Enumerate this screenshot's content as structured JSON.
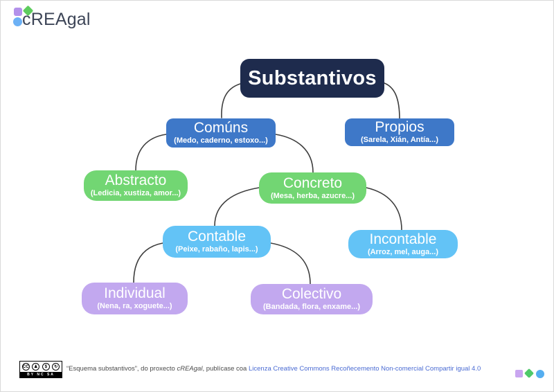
{
  "logo": {
    "text": "cREAgal"
  },
  "diagram": {
    "nodes": {
      "substantivos": {
        "title": "Substantivos",
        "subtitle": ""
      },
      "comuns": {
        "title": "Comúns",
        "subtitle": "(Medo, caderno, estoxo...)"
      },
      "propios": {
        "title": "Propios",
        "subtitle": "(Sarela, Xián, Antía...)"
      },
      "abstracto": {
        "title": "Abstracto",
        "subtitle": "(Ledicia, xustiza, amor...)"
      },
      "concreto": {
        "title": "Concreto",
        "subtitle": "(Mesa, herba, azucre...)"
      },
      "contable": {
        "title": "Contable",
        "subtitle": "(Peixe, rabaño, lapis...)"
      },
      "incontable": {
        "title": "Incontable",
        "subtitle": "(Arroz, mel, auga...)"
      },
      "individual": {
        "title": "Individual",
        "subtitle": "(Nena, ra, xoguete...)"
      },
      "colectivo": {
        "title": "Colectivo",
        "subtitle": "(Bandada, flora, enxame...)"
      }
    },
    "edges": [
      [
        "substantivos",
        "comuns"
      ],
      [
        "substantivos",
        "propios"
      ],
      [
        "comuns",
        "abstracto"
      ],
      [
        "comuns",
        "concreto"
      ],
      [
        "concreto",
        "contable"
      ],
      [
        "concreto",
        "incontable"
      ],
      [
        "contable",
        "individual"
      ],
      [
        "contable",
        "colectivo"
      ]
    ]
  },
  "footer": {
    "cc_badge": {
      "glyphs": {
        "cc": "CC",
        "by": "♟",
        "nc": "$",
        "sa": "↻"
      },
      "labels": "BY NC SA"
    },
    "text_prefix": "“Esquema substantivos”, do proxecto ",
    "project_name": "cREAgal",
    "text_middle": ", publícase coa ",
    "license_link": "Licenza Creative Commons Recoñecemento Non-comercial Compartir igual 4.0"
  },
  "colors": {
    "navy": "#1e2b4d",
    "blue": "#3e78c8",
    "green": "#72d673",
    "lightblue": "#63c3f6",
    "purple": "#c2a8ef",
    "connector": "#3d3d3d",
    "logo_text": "#3d4557",
    "logo_purple": "#b391ea",
    "logo_green": "#5ecc5e",
    "logo_blue": "#6cb1f5",
    "link": "#4a6bd3",
    "footer_text": "#4a4a4a",
    "deco_purple": "#c9a6f0",
    "deco_green": "#4fc96a",
    "deco_blue": "#55aef0"
  }
}
